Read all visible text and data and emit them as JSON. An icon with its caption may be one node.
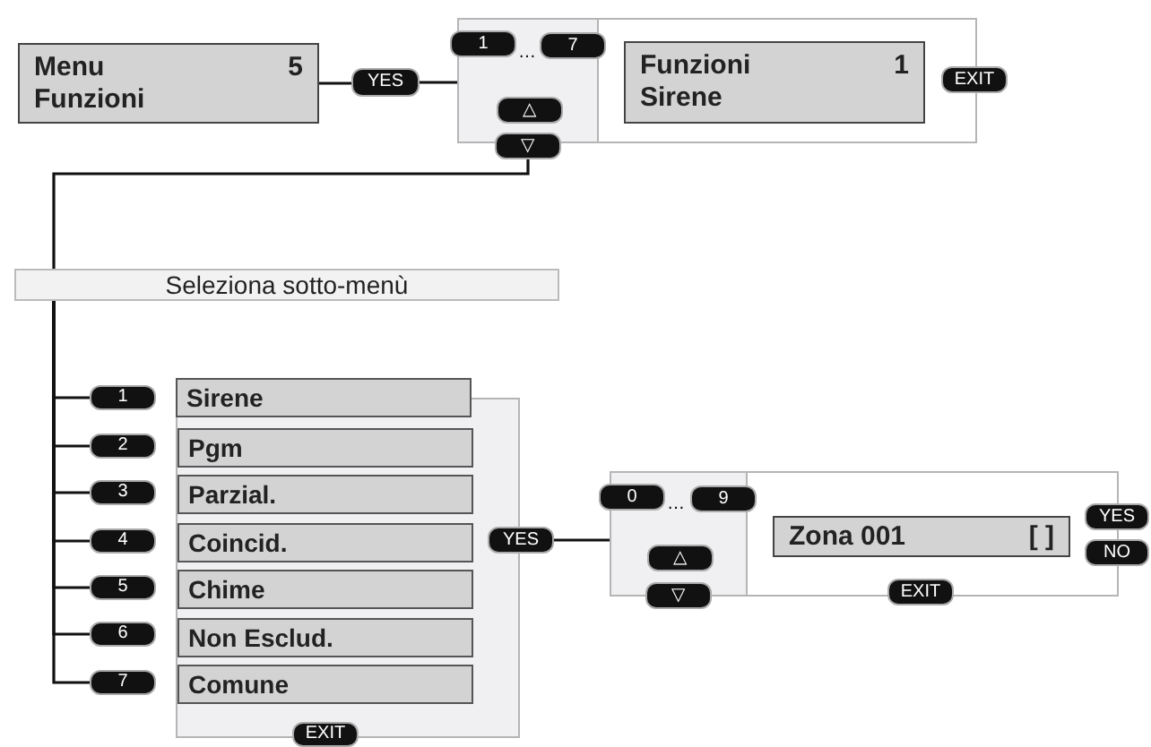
{
  "diagram": {
    "nodes": [
      {
        "text": [
          "Menu",
          "5",
          "Funzioni"
        ]
      },
      {
        "text": [
          "YES"
        ]
      },
      {
        "text": [],
        "shape": "box"
      },
      {
        "text": [
          "1"
        ]
      },
      {
        "text": [
          "7"
        ],
        "in": 2
      },
      {
        "text": [
          "△"
        ],
        "in": 2
      },
      {
        "text": [
          "▽"
        ]
      },
      {
        "text": [
          "Funzioni",
          "1",
          "Sirene"
        ],
        "in": 2
      },
      {
        "text": [
          "EXIT"
        ]
      },
      {
        "text": [
          "Seleziona sotto-menù"
        ]
      },
      {
        "text": [
          "1"
        ]
      },
      {
        "text": [
          "2"
        ]
      },
      {
        "text": [
          "3"
        ]
      },
      {
        "text": [
          "4"
        ]
      },
      {
        "text": [
          "5"
        ]
      },
      {
        "text": [
          "6"
        ]
      },
      {
        "text": [
          "7"
        ]
      },
      {
        "text": [],
        "shape": "box"
      },
      {
        "text": [
          "Sirene"
        ]
      },
      {
        "text": [
          "Pgm"
        ],
        "in": 17
      },
      {
        "text": [
          "Parzial."
        ],
        "in": 17
      },
      {
        "text": [
          "Coincid."
        ],
        "in": 17
      },
      {
        "text": [
          "Chime"
        ],
        "in": 17
      },
      {
        "text": [
          "Non Esclud."
        ],
        "in": 17
      },
      {
        "text": [
          "Comune"
        ],
        "in": 17
      },
      {
        "text": [
          "EXIT"
        ]
      },
      {
        "text": [
          "YES"
        ]
      },
      {
        "text": [],
        "shape": "box"
      },
      {
        "text": [
          "0"
        ]
      },
      {
        "text": [
          "9"
        ],
        "in": 27
      },
      {
        "text": [
          "△"
        ],
        "in": 27
      },
      {
        "text": [
          "▽"
        ]
      },
      {
        "text": [
          "Zona 001",
          "[ ]"
        ],
        "in": 27
      },
      {
        "text": [
          "EXIT"
        ]
      },
      {
        "text": [
          "YES"
        ]
      },
      {
        "text": [
          "NO"
        ]
      }
    ],
    "edges": [
      {
        "from": 0,
        "to": 1,
        "arrow": "none"
      },
      {
        "from": 1,
        "to": 2,
        "arrow": "none"
      },
      {
        "from": 6,
        "to": 9,
        "arrow": "none"
      },
      {
        "from": 9,
        "to": 10,
        "arrow": "none"
      },
      {
        "from": 9,
        "to": 11,
        "arrow": "none"
      },
      {
        "from": 9,
        "to": 12,
        "arrow": "none"
      },
      {
        "from": 9,
        "to": 13,
        "arrow": "none"
      },
      {
        "from": 9,
        "to": 14,
        "arrow": "none"
      },
      {
        "from": 9,
        "to": 15,
        "arrow": "none"
      },
      {
        "from": 9,
        "to": 16,
        "arrow": "none"
      },
      {
        "from": 26,
        "to": 27,
        "arrow": "none"
      }
    ],
    "labels": [
      "…",
      "…"
    ]
  }
}
